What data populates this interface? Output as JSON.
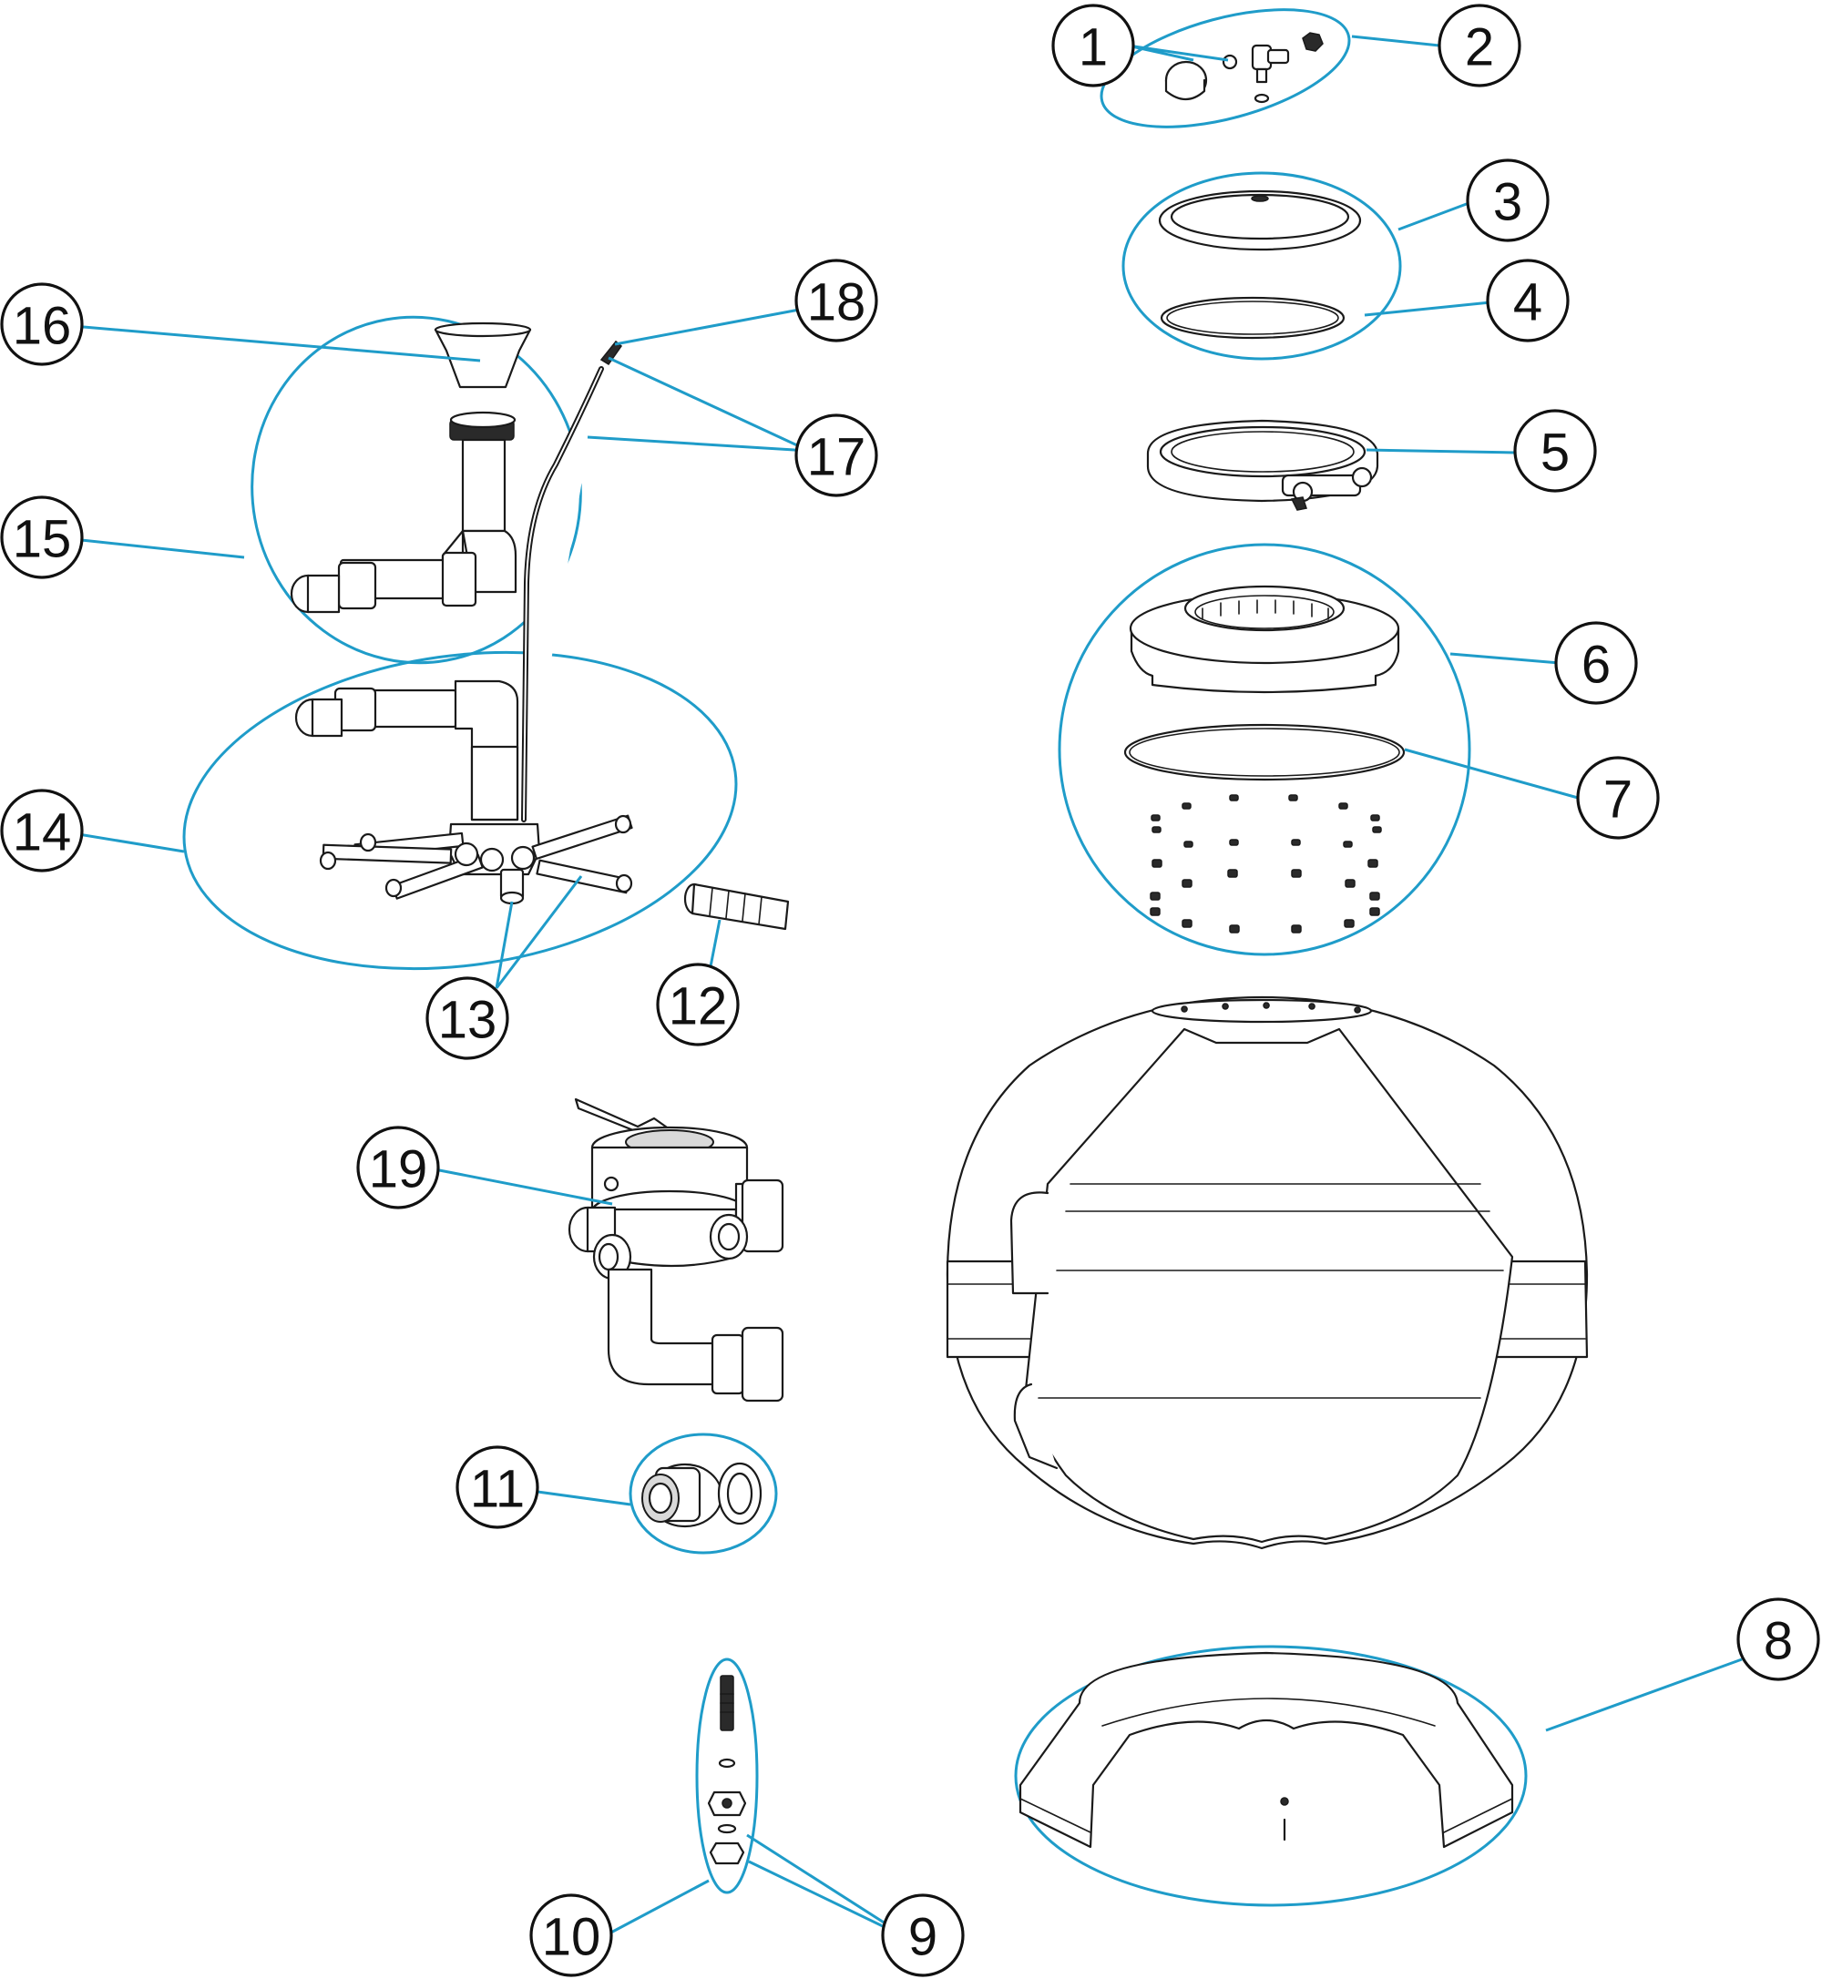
{
  "colors": {
    "leader": "#1f9cc9",
    "outline": "#1a1a1a",
    "background": "#ffffff"
  },
  "callouts": {
    "c1": "1",
    "c2": "2",
    "c3": "3",
    "c4": "4",
    "c5": "5",
    "c6": "6",
    "c7": "7",
    "c8": "8",
    "c9": "9",
    "c10": "10",
    "c11": "11",
    "c12": "12",
    "c13": "13",
    "c14": "14",
    "c15": "15",
    "c16": "16",
    "c17": "17",
    "c18": "18",
    "c19": "19"
  }
}
